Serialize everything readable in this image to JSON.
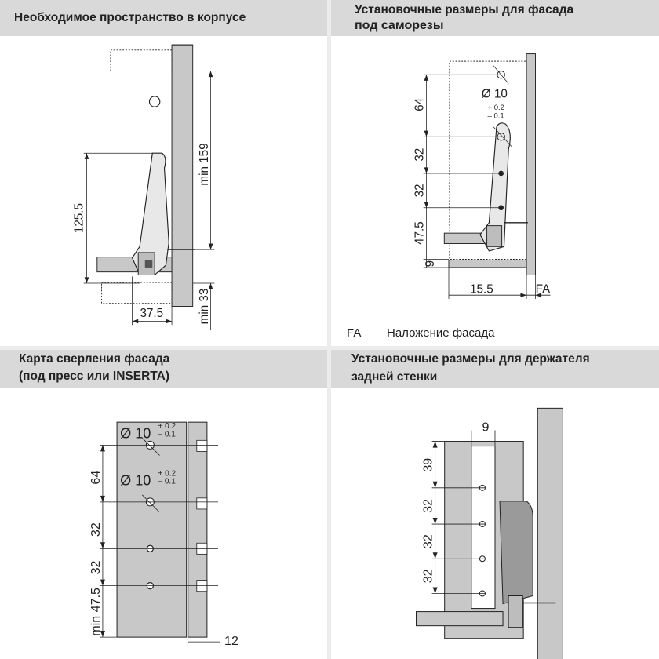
{
  "panels": {
    "top_left": {
      "title": "Необходимое пространство в корпусе",
      "dims": {
        "h1": "125.5",
        "h2": "min 159",
        "h3": "min 33",
        "w1": "37.5"
      }
    },
    "top_right": {
      "title_line1": "Установочные размеры для фасада",
      "title_line2": "под саморезы",
      "dims": {
        "d1": "64",
        "d2": "32",
        "d3": "32",
        "d4": "47.5",
        "d5": "9",
        "d6": "15.5",
        "fa": "FA",
        "diam": "Ø 10",
        "tol_plus": "+ 0.2",
        "tol_minus": "– 0.1"
      },
      "legend_key": "FA",
      "legend_text": "Наложение фасада"
    },
    "bottom_left": {
      "title_line1": "Карта сверления фасада",
      "title_line2": "(под пресс или INSERTA)",
      "dims": {
        "d1": "64",
        "d2": "32",
        "d3": "32",
        "d4": "min 47.5",
        "w": "12",
        "diam": "Ø 10",
        "tol_plus": "+ 0.2",
        "tol_minus": "– 0.1"
      }
    },
    "bottom_right": {
      "title_line1_normal": "Установочные размеры для ",
      "title_line1_bold": "держателя",
      "title_line2": "задней стенки",
      "dims": {
        "top": "9",
        "d1": "39",
        "d2": "32",
        "d3": "32",
        "d4": "32"
      }
    }
  },
  "colors": {
    "header_bg": "#d9d9d9",
    "gray_fill": "#c8c8c8",
    "dark_fill": "#9a9a9a",
    "line": "#222222"
  }
}
